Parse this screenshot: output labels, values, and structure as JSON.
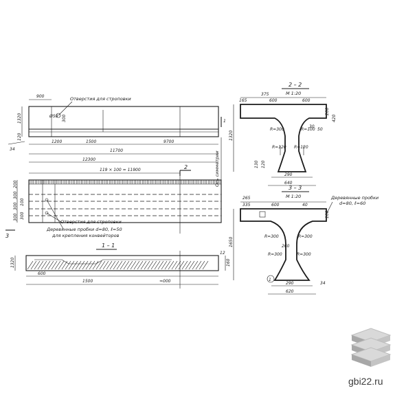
{
  "top_view": {
    "dims": [
      "900",
      "1320",
      "Ø50",
      "300",
      "120",
      "1200",
      "1500",
      "11700",
      "9700",
      "12300",
      "34"
    ],
    "note_hole": "Отверстия для строповки"
  },
  "elevation": {
    "spacing": "119 × 100 = 11900",
    "cut": "2",
    "axis_note": "Ось симметрии",
    "dims_left": [
      "200",
      "300",
      "300",
      "300",
      "100",
      "300"
    ],
    "marker": "3",
    "note_holes": "Отверстия для строповки",
    "note_plugs_1": "Деревянные пробки d=80, ℓ=50",
    "note_plugs_2": "для крепления конвейторов"
  },
  "section_view": {
    "title": "1 – 1",
    "dims": [
      "1320",
      "600",
      "1500",
      "≈000",
      "12",
      "160"
    ]
  },
  "section22": {
    "title": "2 – 2",
    "scale": "М 1:20",
    "dims": [
      "375",
      "165",
      "600",
      "600",
      "1320",
      "R=300",
      "R=100",
      "R=120",
      "R=120",
      "290",
      "640",
      "130",
      "120",
      "50",
      "30",
      "200",
      "420"
    ]
  },
  "section33": {
    "title": "3 – 3",
    "scale": "М 1:20",
    "dims": [
      "265",
      "335",
      "600",
      "40",
      "100",
      "1650",
      "R=300",
      "R=300",
      "R=300",
      "R=300",
      "260",
      "290",
      "620",
      "34"
    ],
    "marker": "1",
    "note_plugs_1": "Деревянные пробки",
    "note_plugs_2": "d=80, ℓ=60"
  },
  "branding": {
    "site": "gbi22.ru"
  }
}
